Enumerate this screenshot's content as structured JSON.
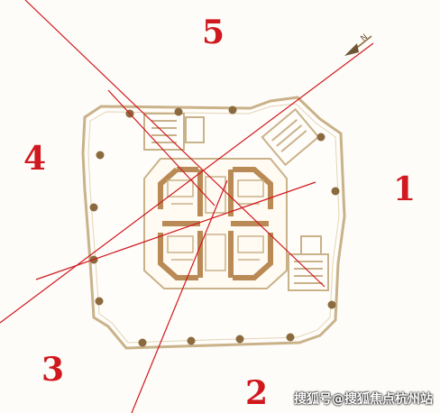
{
  "diagram": {
    "zone_labels": [
      "1",
      "2",
      "3",
      "4",
      "5"
    ],
    "north_marker": "N",
    "watermark": "搜狐号@搜狐焦点杭州站"
  },
  "colors": {
    "wall": "#c9b28a",
    "core": "#b98a55",
    "column": "#8b6a3e",
    "red_line": "#d0181f",
    "background": "#fefcf8"
  }
}
